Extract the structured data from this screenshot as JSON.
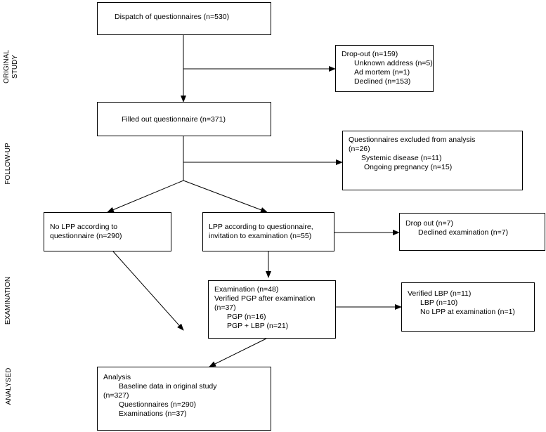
{
  "stages": {
    "original_study": [
      "ORIGINAL",
      "STUDY"
    ],
    "follow_up": "FOLLOW-UP",
    "examination": "EXAMINATION",
    "analysed": "ANALYSED"
  },
  "boxes": {
    "dispatch": [
      "Dispatch of questionnaires (n=530)"
    ],
    "dropout1": [
      "Drop-out (n=159)",
      "Unknown address (n=5)",
      "Ad mortem (n=1)",
      "Declined (n=153)"
    ],
    "filled": [
      "Filled out questionnaire (n=371)"
    ],
    "excluded": [
      "Questionnaires excluded from analysis",
      "(n=26)",
      "Systemic disease (n=11)",
      "Ongoing pregnancy (n=15)"
    ],
    "no_lpp": [
      "No LPP according to",
      "questionnaire (n=290)"
    ],
    "lpp": [
      "LPP according to questionnaire,",
      "invitation to examination (n=55)"
    ],
    "dropout2": [
      "Drop out (n=7)",
      "Declined examination (n=7)"
    ],
    "examination": [
      "Examination (n=48)",
      "Verified PGP after examination",
      "(n=37)",
      "PGP (n=16)",
      "PGP + LBP  (n=21)"
    ],
    "verified_lbp": [
      "Verified LBP (n=11)",
      "LBP (n=10)",
      "No LPP at examination (n=1)"
    ],
    "analysis": [
      "Analysis",
      "Baseline data in original study",
      "(n=327)",
      "Questionnaires (n=290)",
      "Examinations (n=37)"
    ]
  }
}
